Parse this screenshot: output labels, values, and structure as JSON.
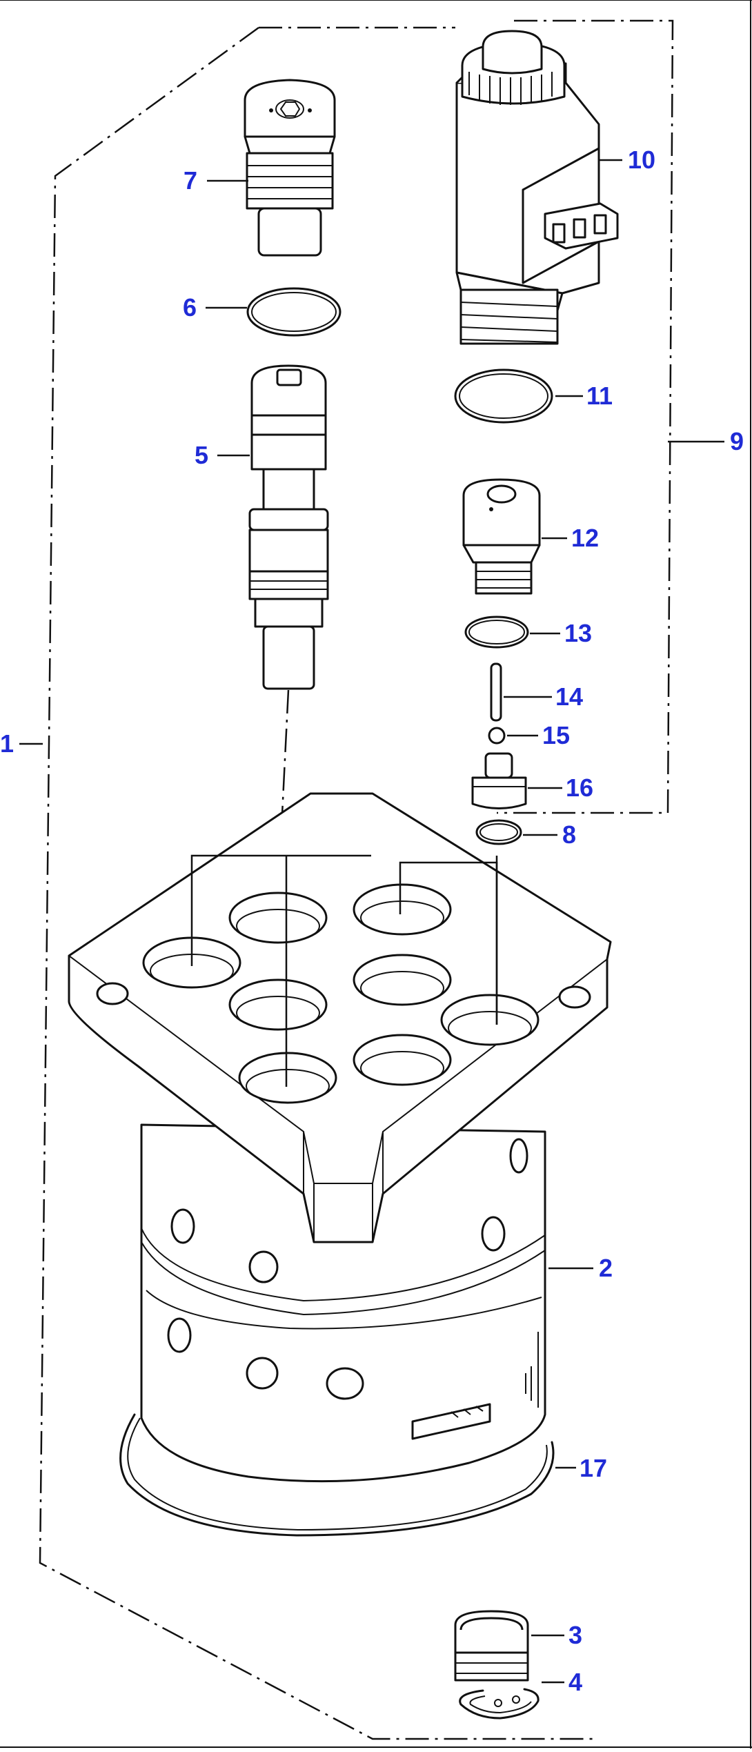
{
  "callouts": {
    "c1": "1",
    "c2": "2",
    "c3": "3",
    "c4": "4",
    "c5": "5",
    "c6": "6",
    "c7": "7",
    "c8": "8",
    "c9": "9",
    "c10": "10",
    "c11": "11",
    "c12": "12",
    "c13": "13",
    "c14": "14",
    "c15": "15",
    "c16": "16",
    "c17": "17"
  },
  "colors": {
    "callout_text": "#1f2bd6",
    "line": "#111111",
    "background": "#ffffff"
  }
}
